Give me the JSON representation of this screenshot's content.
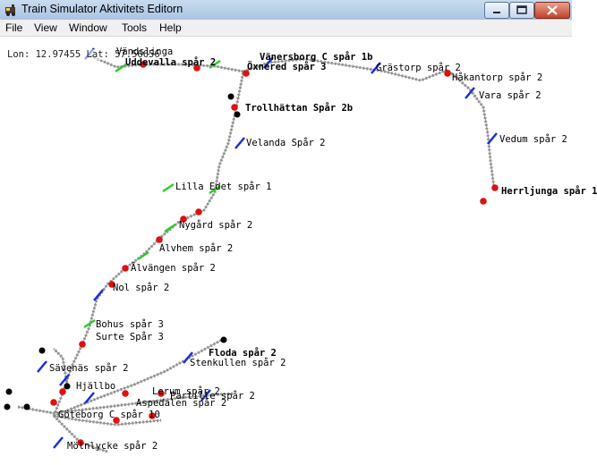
{
  "window": {
    "title": "Train Simulator Aktivitets Editorn"
  },
  "menu": [
    "File",
    "View",
    "Window",
    "Tools",
    "Help"
  ],
  "readout": {
    "lon": "Lon: 12.97455 Lat: 57.56656"
  },
  "colors": {
    "track": "#8a8a8a",
    "signal_red": "#dd1111",
    "signal_blue": "#1a2fd8",
    "signal_green": "#2bcc2b",
    "marker_black": "#000000"
  },
  "stations": [
    {
      "name": "Vänersborg C spår 1b",
      "bold": true
    },
    {
      "name": "Uddevalla spår 2",
      "bold": true
    },
    {
      "name": "Öxnered spår 3",
      "bold": true
    },
    {
      "name": "Vändslinga",
      "bold": false
    },
    {
      "name": "Grästorp spår 2",
      "bold": false
    },
    {
      "name": "Håkantorp spår 2",
      "bold": false
    },
    {
      "name": "Vara spår 2",
      "bold": false
    },
    {
      "name": "Trollhättan Spår 2b",
      "bold": true
    },
    {
      "name": "Velanda Spår 2",
      "bold": false
    },
    {
      "name": "Vedum spår 2",
      "bold": false
    },
    {
      "name": "Herrljunga spår 1",
      "bold": true
    },
    {
      "name": "Lilla Edet spår 1",
      "bold": false
    },
    {
      "name": "Nygård spår 2",
      "bold": false
    },
    {
      "name": "Alvhem spår 2",
      "bold": false
    },
    {
      "name": "Älvängen spår 2",
      "bold": false
    },
    {
      "name": "Nol spår 2",
      "bold": false
    },
    {
      "name": "Bohus spår 3",
      "bold": false
    },
    {
      "name": "Surte Spår 3",
      "bold": false
    },
    {
      "name": "Floda spår 2",
      "bold": true
    },
    {
      "name": "Stenkullen spår 2",
      "bold": false
    },
    {
      "name": "Sävenäs spår 2",
      "bold": false
    },
    {
      "name": "Hjällbo",
      "bold": false
    },
    {
      "name": "Lerum spår 2",
      "bold": false
    },
    {
      "name": "Partille spår 2",
      "bold": false
    },
    {
      "name": "Aspedalen spår 2",
      "bold": false
    },
    {
      "name": "Göteborg C spår 10",
      "bold": false
    },
    {
      "name": "Mölnlycke spår 2",
      "bold": false
    }
  ]
}
